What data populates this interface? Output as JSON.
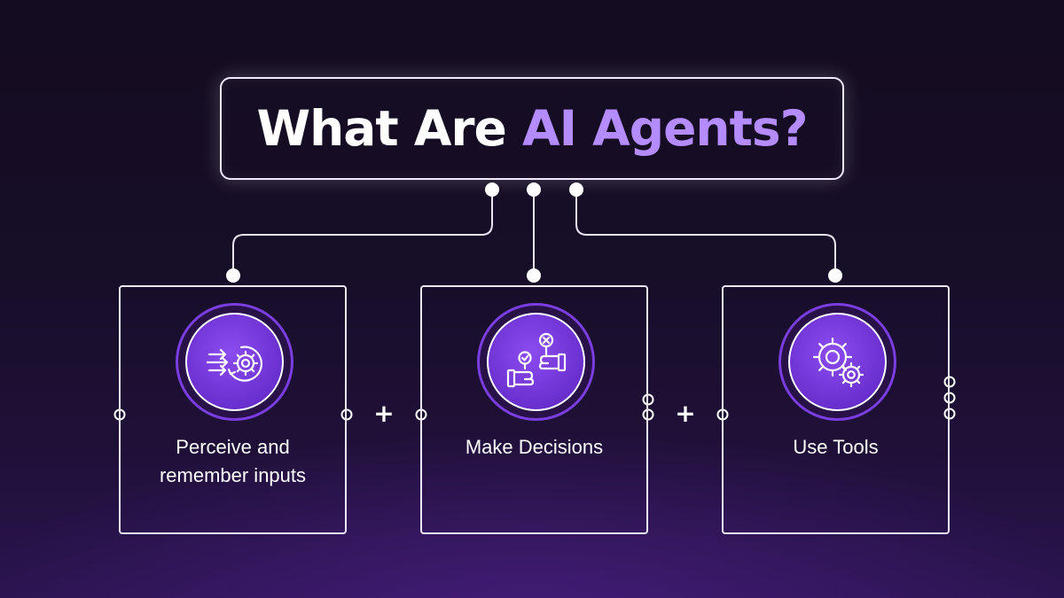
{
  "title": {
    "prefix": "What Are ",
    "highlight": "AI Agents?"
  },
  "cards": [
    {
      "label": "Perceive and remember inputs",
      "icon": "perceive-gear-icon"
    },
    {
      "label": "Make Decisions",
      "icon": "decision-hands-icon"
    },
    {
      "label": "Use Tools",
      "icon": "gears-tools-icon"
    }
  ],
  "operators": [
    "+",
    "+"
  ],
  "colors": {
    "background": "#170e28",
    "accent": "#b48cff",
    "icon_fill": "#6a2fcf",
    "line": "#ffffff"
  }
}
